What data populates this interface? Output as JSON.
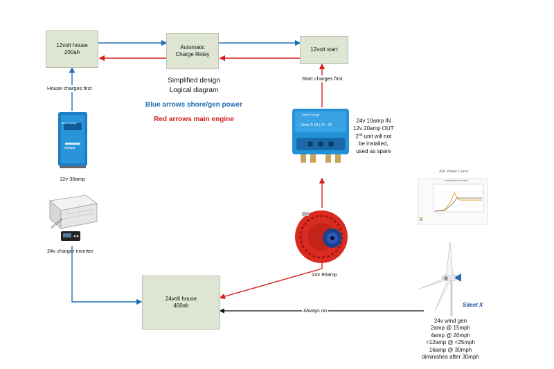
{
  "boxes": {
    "house12": {
      "line1": "12volt house",
      "line2": "200ah"
    },
    "relay": {
      "line1": "Automatic",
      "line2": "Charge Relay"
    },
    "start12": {
      "line1": "12volt start"
    },
    "house24": {
      "line1": "24volt house",
      "line2": "400ah"
    }
  },
  "center": {
    "line1": "Simplified design",
    "line2": "Logical diagram",
    "blue_note": "Blue arrows shore/gen power",
    "red_note": "Red arrows main engine"
  },
  "labels": {
    "house_charges_first": "House charges first",
    "start_charges_first": "Start charges first",
    "charger_12v": "12v 30amp",
    "inverter_24v": "24v charger inverter",
    "alternator": "24v 90amp",
    "always_on": "Always on"
  },
  "dcdc": {
    "line1": "24v 10amp IN",
    "line2": "12v 20amp OUT",
    "line3_sup": "nd",
    "line3_pre": "2",
    "line3_post": " unit will not",
    "line4": "be installed,",
    "line5": "used as spare",
    "device_brand": "victron energy",
    "device_name": "Orion-Tr 24 | 12 - 20"
  },
  "charger": {
    "brand": "victron energy",
    "name": "centaur"
  },
  "inverter": {
    "brand": "MAGNUM"
  },
  "wind": {
    "line1": "24v wind gen",
    "line2": "2amp @ 15mph",
    "line3": "4amp @ 20mph",
    "line4": "<12amp @ <25mph",
    "line5": "16amp @ 30mph",
    "line6": "diminishes after 30mph",
    "brand": "Silent X"
  },
  "power_curve": {
    "title": "AIR Power Curve",
    "subtitle": "Instantaneous Power*"
  },
  "colors": {
    "blue": "#1f6fb5",
    "red": "#d42020",
    "black": "#111111",
    "box": "#dfe5d3"
  }
}
